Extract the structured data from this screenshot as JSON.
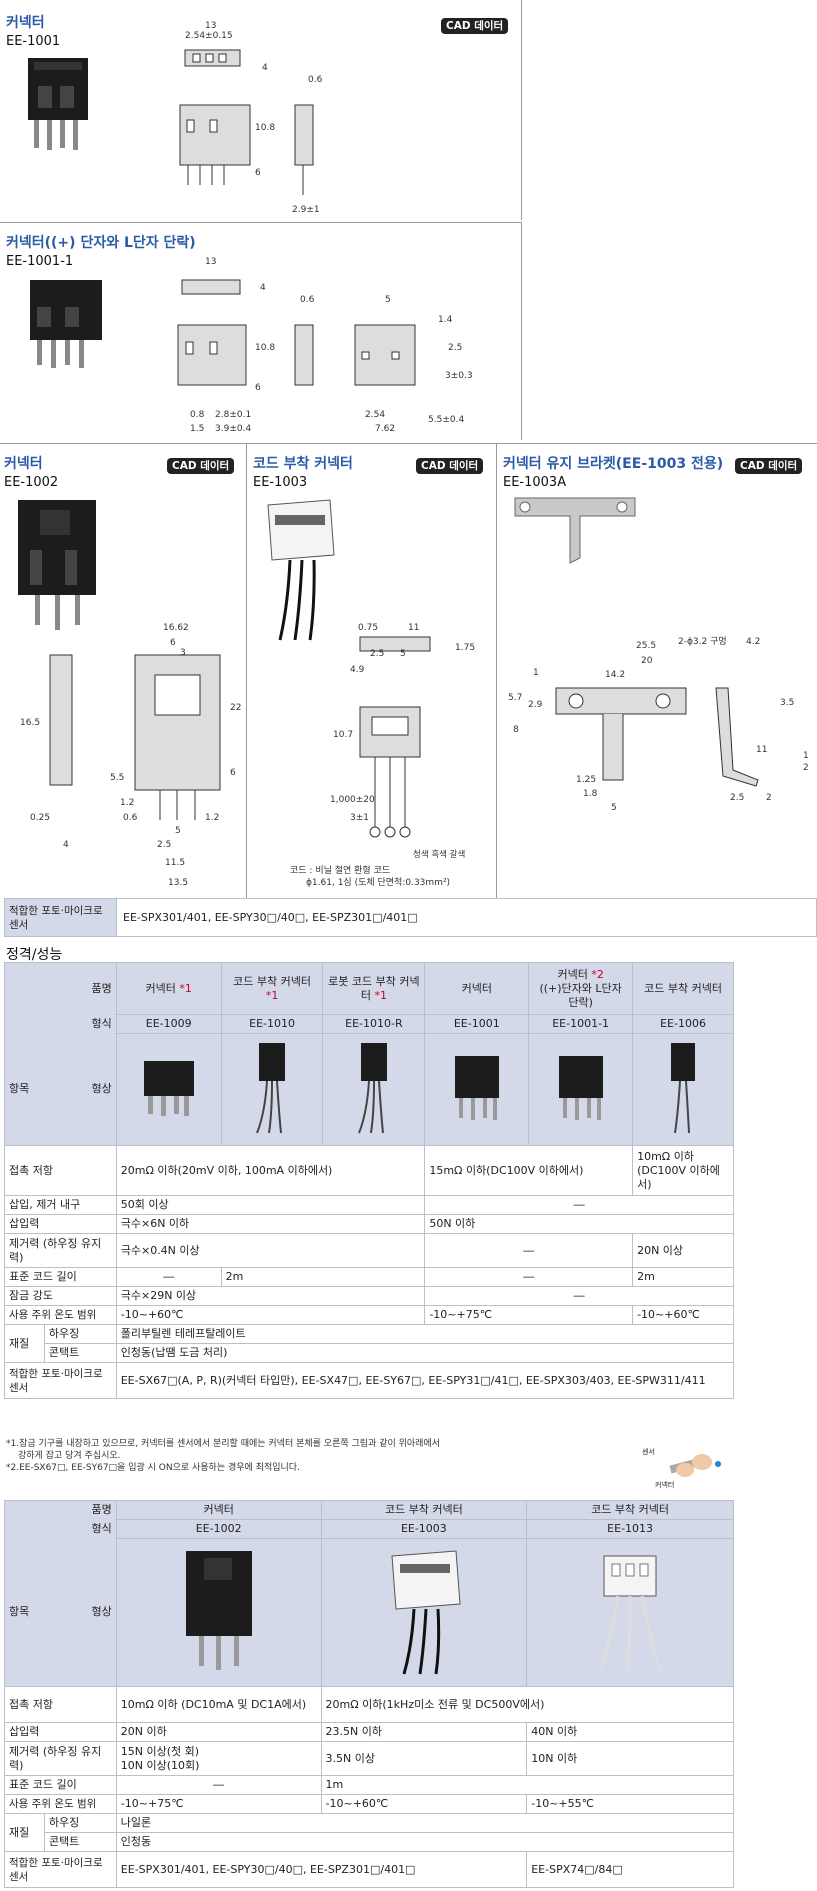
{
  "cad_label": "CAD 데이터",
  "sec1": {
    "title": "커넥터",
    "model": "EE-1001"
  },
  "sec2": {
    "title": "커넥터((+) 단자와 L단자 단락)",
    "model": "EE-1001-1"
  },
  "sec3": {
    "title": "커넥터",
    "model": "EE-1002"
  },
  "sec4": {
    "title": "코드 부착 커넥터",
    "model": "EE-1003",
    "note1": "코드 : 비닐 절연 환형 코드",
    "note2": "ϕ1.61, 1심 (도체 단면적:0.33mm²)",
    "wire_colors": "청색 흑색 갈색"
  },
  "sec5": {
    "title": "커넥터 유지 브라켓(EE-1003 전용)",
    "model": "EE-1003A"
  },
  "dims": {
    "d1": [
      "13",
      "2.54±0.15",
      "4",
      "0.6",
      "10.8",
      "6",
      "2.9±1"
    ],
    "d2": [
      "13",
      "4",
      "0.6",
      "5",
      "1.4",
      "10.8",
      "2.5",
      "6",
      "3±0.3",
      "0.8",
      "2.8±0.1",
      "2.54",
      "5.5±0.4",
      "1.5",
      "3.9±0.4",
      "7.62"
    ],
    "d3": [
      "16.62",
      "6",
      "3",
      "22",
      "16.5",
      "6",
      "5.5",
      "1.2",
      "0.6",
      "5",
      "1.2",
      "0.25",
      "2.5",
      "4",
      "11.5",
      "13.5"
    ],
    "d4": [
      "0.75",
      "11",
      "2.5",
      "5",
      "1.75",
      "4.9",
      "10.7",
      "1,000±20",
      "3±1"
    ],
    "d5": [
      "2-ϕ3.2 구멍",
      "4.2",
      "25.5",
      "20",
      "14.2",
      "1",
      "5.7",
      "2.9",
      "3.5",
      "8",
      "11",
      "1",
      "1.25",
      "1.8",
      "2",
      "5",
      "2.5",
      "2"
    ]
  },
  "suitable1": {
    "label": "적합한 포토·마이크로 센서",
    "value": "EE-SPX301/401, EE-SPY30□/40□, EE-SPZ301□/401□"
  },
  "spec_title": "정격/성능",
  "t1": {
    "hdr_name": "품명",
    "hdr_type": "형식",
    "hdr_item": "항목",
    "hdr_shape": "형상",
    "cols": [
      {
        "name": "커넥터 ",
        "star": "*1",
        "type": "EE-1009"
      },
      {
        "name": "코드 부착 커넥터 ",
        "star": "*1",
        "type": "EE-1010"
      },
      {
        "name": "로봇 코드 부착 커넥터 ",
        "star": "*1",
        "type": "EE-1010-R"
      },
      {
        "name": "커넥터",
        "star": "",
        "type": "EE-1001"
      },
      {
        "name": "커넥터 ",
        "star": "*2",
        "name2": "((+)단자와 L단자 단락)",
        "type": "EE-1001-1"
      },
      {
        "name": "코드 부착 커넥터",
        "star": "",
        "type": "EE-1006"
      }
    ],
    "rows": {
      "contact": {
        "label": "접촉 저항",
        "v1": "20mΩ 이하(20mV 이하, 100mA 이하에서)",
        "v2": "15mΩ 이하(DC100V 이하에서)",
        "v3": "10mΩ 이하 (DC100V 이하에서)"
      },
      "durability": {
        "label": "삽입, 제거 내구",
        "v1": "50회 이상",
        "v2": "―"
      },
      "insert": {
        "label": "삽입력",
        "v1": "극수×6N 이하",
        "v2": "50N 이하"
      },
      "removal": {
        "label": "제거력 (하우징 유지력)",
        "v1": "극수×0.4N 이상",
        "v2": "―",
        "v3": "20N 이상"
      },
      "cord": {
        "label": "표준 코드 길이",
        "v1": "―",
        "v2": "2m",
        "v3": "―",
        "v4": "2m"
      },
      "lock": {
        "label": "잠금 강도",
        "v1": "극수×29N 이상",
        "v2": "―"
      },
      "temp": {
        "label": "사용 주위 온도 범위",
        "v1": "-10~+60℃",
        "v2": "-10~+75℃",
        "v3": "-10~+60℃"
      },
      "mat_label": "재질",
      "housing": {
        "label": "하우징",
        "v1": "폴리부틸렌 테레프탈레이트"
      },
      "contact_mat": {
        "label": "콘택트",
        "v1": "인청동(납땜 도금 처리)"
      },
      "suitable": {
        "label": "적합한 포토·마이크로 센서",
        "v1": "EE-SX67□(A, P, R)(커넥터 타입만), EE-SX47□, EE-SY67□, EE-SPY31□/41□, EE-SPX303/403, EE-SPW311/411"
      }
    },
    "note1": "*1.잠금 기구를 내장하고 있으므로, 커넥터를 센서에서 분리할 때에는 커넥터 본체를 오른쪽 그림과 같이 위아래에서",
    "note1b": "강하게 잡고 당겨 주십시오.",
    "note2": "*2.EE-SX67□, EE-SY67□을 입광 시 ON으로 사용하는 경우에 최적입니다.",
    "fig_sensor": "센서",
    "fig_connector": "커넥터"
  },
  "t2": {
    "hdr_name": "품명",
    "hdr_type": "형식",
    "hdr_item": "항목",
    "hdr_shape": "형상",
    "cols": [
      {
        "name": "커넥터",
        "type": "EE-1002"
      },
      {
        "name": "코드 부착 커넥터",
        "type": "EE-1003"
      },
      {
        "name": "코드 부착 커넥터",
        "type": "EE-1013"
      }
    ],
    "rows": {
      "contact": {
        "label": "접촉 저항",
        "v1": "10mΩ 이하 (DC10mA 및 DC1A에서)",
        "v2": "20mΩ 이하(1kHz미소 전류 및 DC500V에서)"
      },
      "insert": {
        "label": "삽입력",
        "v1": "20N 이하",
        "v2": "23.5N 이하",
        "v3": "40N 이하"
      },
      "removal": {
        "label": "제거력 (하우징 유지력)",
        "v1a": "15N 이상(첫 회)",
        "v1b": "10N 이상(10회)",
        "v2": "3.5N 이상",
        "v3": "10N 이하"
      },
      "cord": {
        "label": "표준 코드 길이",
        "v1": "―",
        "v2": "1m"
      },
      "temp": {
        "label": "사용 주위 온도 범위",
        "v1": "-10~+75℃",
        "v2": "-10~+60℃",
        "v3": "-10~+55℃"
      },
      "mat_label": "재질",
      "housing": {
        "label": "하우징",
        "v1": "나일론"
      },
      "contact_mat": {
        "label": "콘택트",
        "v1": "인청동"
      },
      "suitable": {
        "label": "적합한 포토·마이크로 센서",
        "v1": "EE-SPX301/401, EE-SPY30□/40□, EE-SPZ301□/401□",
        "v2": "EE-SPX74□/84□"
      }
    }
  }
}
